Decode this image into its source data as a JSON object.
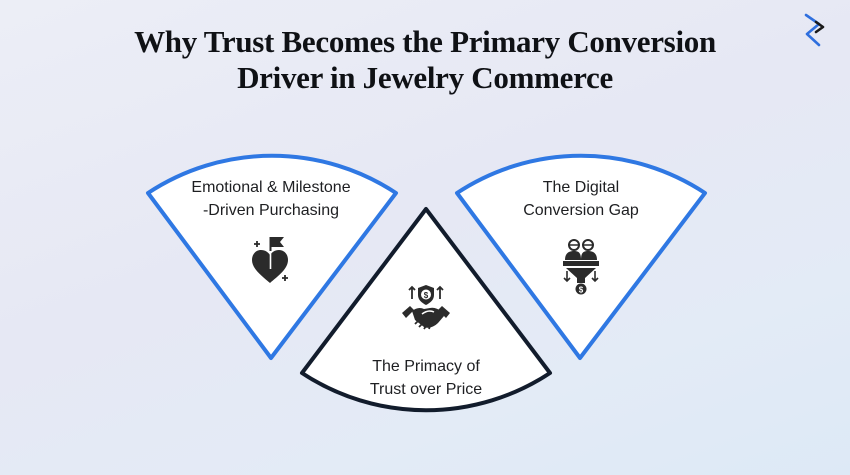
{
  "title": {
    "line1": "Why Trust Becomes the Primary Conversion",
    "line2": "Driver in Jewelry Commerce"
  },
  "logo": {
    "icon": "brand-chevron-logo-icon",
    "color": "#2f6fde"
  },
  "colors": {
    "outer_stroke": "#2f78e3",
    "inner_stroke": "#121c2c",
    "fill": "#ffffff",
    "icon": "#2b2b2b"
  },
  "sections": [
    {
      "id": "emotional",
      "line1": "Emotional & Milestone",
      "line2": "-Driven Purchasing",
      "icon": "heart-flag-icon",
      "shape": "sector-pointing-down"
    },
    {
      "id": "trust",
      "line1": "The Primacy of",
      "line2": "Trust over Price",
      "icon": "handshake-shield-dollar-icon",
      "shape": "sector-pointing-up"
    },
    {
      "id": "gap",
      "line1": "The Digital",
      "line2": "Conversion Gap",
      "icon": "people-funnel-dollar-icon",
      "shape": "sector-pointing-down"
    }
  ]
}
